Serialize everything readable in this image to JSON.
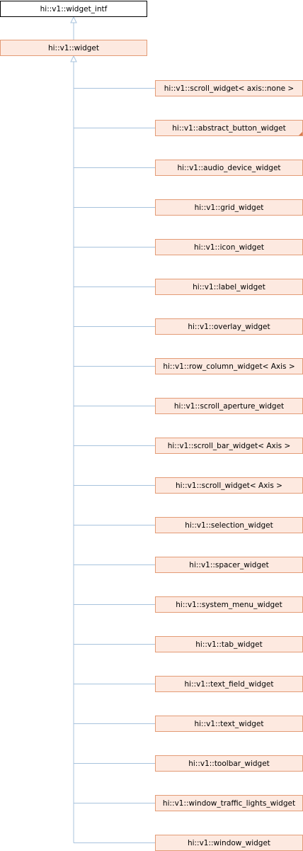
{
  "colors": {
    "edge": "#a8c3dd",
    "node_fill": "#fde9e0",
    "node_border": "#e39b76",
    "current_border": "#000000"
  },
  "diagram": {
    "base": "hi::v1::widget_intf",
    "widget": "hi::v1::widget",
    "children": [
      {
        "label": "hi::v1::scroll_widget< axis::none >",
        "has_more": false
      },
      {
        "label": "hi::v1::abstract_button_widget",
        "has_more": true
      },
      {
        "label": "hi::v1::audio_device_widget",
        "has_more": false
      },
      {
        "label": "hi::v1::grid_widget",
        "has_more": false
      },
      {
        "label": "hi::v1::icon_widget",
        "has_more": false
      },
      {
        "label": "hi::v1::label_widget",
        "has_more": false
      },
      {
        "label": "hi::v1::overlay_widget",
        "has_more": false
      },
      {
        "label": "hi::v1::row_column_widget< Axis >",
        "has_more": false
      },
      {
        "label": "hi::v1::scroll_aperture_widget",
        "has_more": false
      },
      {
        "label": "hi::v1::scroll_bar_widget< Axis >",
        "has_more": false
      },
      {
        "label": "hi::v1::scroll_widget< Axis >",
        "has_more": false
      },
      {
        "label": "hi::v1::selection_widget",
        "has_more": false
      },
      {
        "label": "hi::v1::spacer_widget",
        "has_more": false
      },
      {
        "label": "hi::v1::system_menu_widget",
        "has_more": false
      },
      {
        "label": "hi::v1::tab_widget",
        "has_more": false
      },
      {
        "label": "hi::v1::text_field_widget",
        "has_more": false
      },
      {
        "label": "hi::v1::text_widget",
        "has_more": false
      },
      {
        "label": "hi::v1::toolbar_widget",
        "has_more": false
      },
      {
        "label": "hi::v1::window_traffic_lights_widget",
        "has_more": false
      },
      {
        "label": "hi::v1::window_widget",
        "has_more": false
      }
    ]
  }
}
